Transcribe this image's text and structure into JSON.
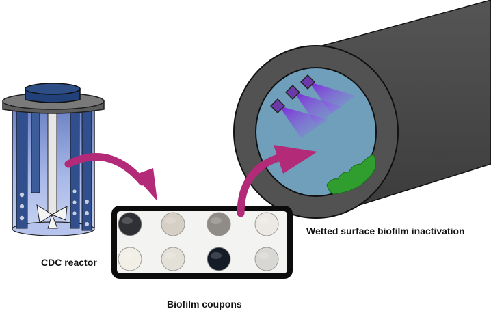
{
  "labels": {
    "cdc_reactor": "CDC reactor",
    "biofilm_coupons": "Biofilm coupons",
    "wetted_surface": "Wetted surface biofilm inactivation"
  },
  "colors": {
    "arrow": "#b32a78",
    "reactor_lid": "#2d4f86",
    "reactor_body": "#8a9ed6",
    "reactor_tubes": "#304f8c",
    "pipe": "#4a4a4a",
    "pipe_water": "#6f9fba",
    "uv_light": "#8a2be2",
    "biofilm": "#2f9e2f"
  },
  "coupons": {
    "top_row": [
      "#2e3036",
      "#d6cfc5",
      "#8f8c88",
      "#ece9e4"
    ],
    "bottom_row": [
      "#f1efe6",
      "#e3e0d8",
      "#141c28",
      "#d9d7d4"
    ]
  },
  "icons": [
    "cdc-reactor-icon",
    "coupon-tray-icon",
    "pipe-icon",
    "uv-lamp-icon",
    "biofilm-icon",
    "curved-arrow-icon"
  ]
}
